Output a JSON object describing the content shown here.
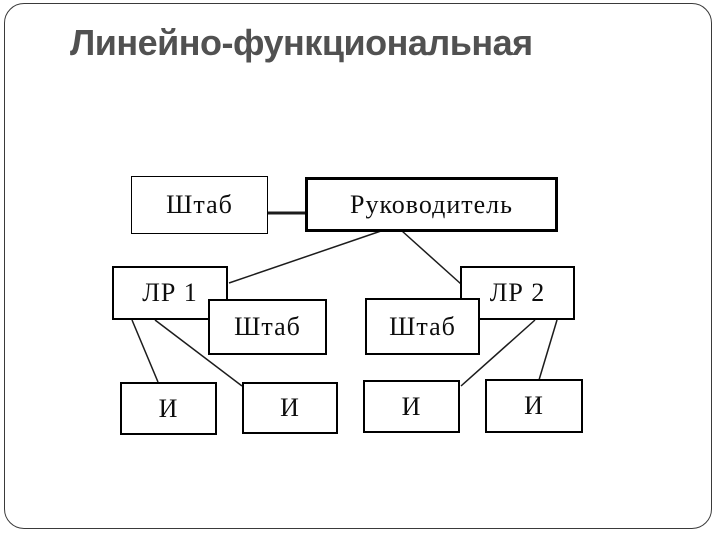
{
  "slide": {
    "title": "Линейно-функциональная",
    "background_color": "#ffffff",
    "frame_color": "#3a3a3a",
    "title_color": "#515151"
  },
  "diagram": {
    "type": "org-structure-chart",
    "colors": {
      "box_border": "#000000",
      "box_fill": "#ffffff",
      "box_text": "#0d0d0d",
      "connector_line": "#1c1c1c"
    },
    "nodes": {
      "staff_top": {
        "label": "Штаб"
      },
      "manager": {
        "label": "Руководитель"
      },
      "lr1": {
        "label": "ЛР 1"
      },
      "lr2": {
        "label": "ЛР 2"
      },
      "staff_mid_left": {
        "label": "Штаб"
      },
      "staff_mid_right": {
        "label": "Штаб"
      },
      "executor_1": {
        "label": "И"
      },
      "executor_2": {
        "label": "И"
      },
      "executor_3": {
        "label": "И"
      },
      "executor_4": {
        "label": "И"
      }
    },
    "edges": [
      {
        "from": "staff_top",
        "to": "manager"
      },
      {
        "from": "manager",
        "to": "lr1"
      },
      {
        "from": "manager",
        "to": "lr2"
      },
      {
        "from": "lr1",
        "to": "executor_1"
      },
      {
        "from": "lr1",
        "to": "executor_2"
      },
      {
        "from": "lr2",
        "to": "executor_3"
      },
      {
        "from": "lr2",
        "to": "executor_4"
      }
    ]
  }
}
